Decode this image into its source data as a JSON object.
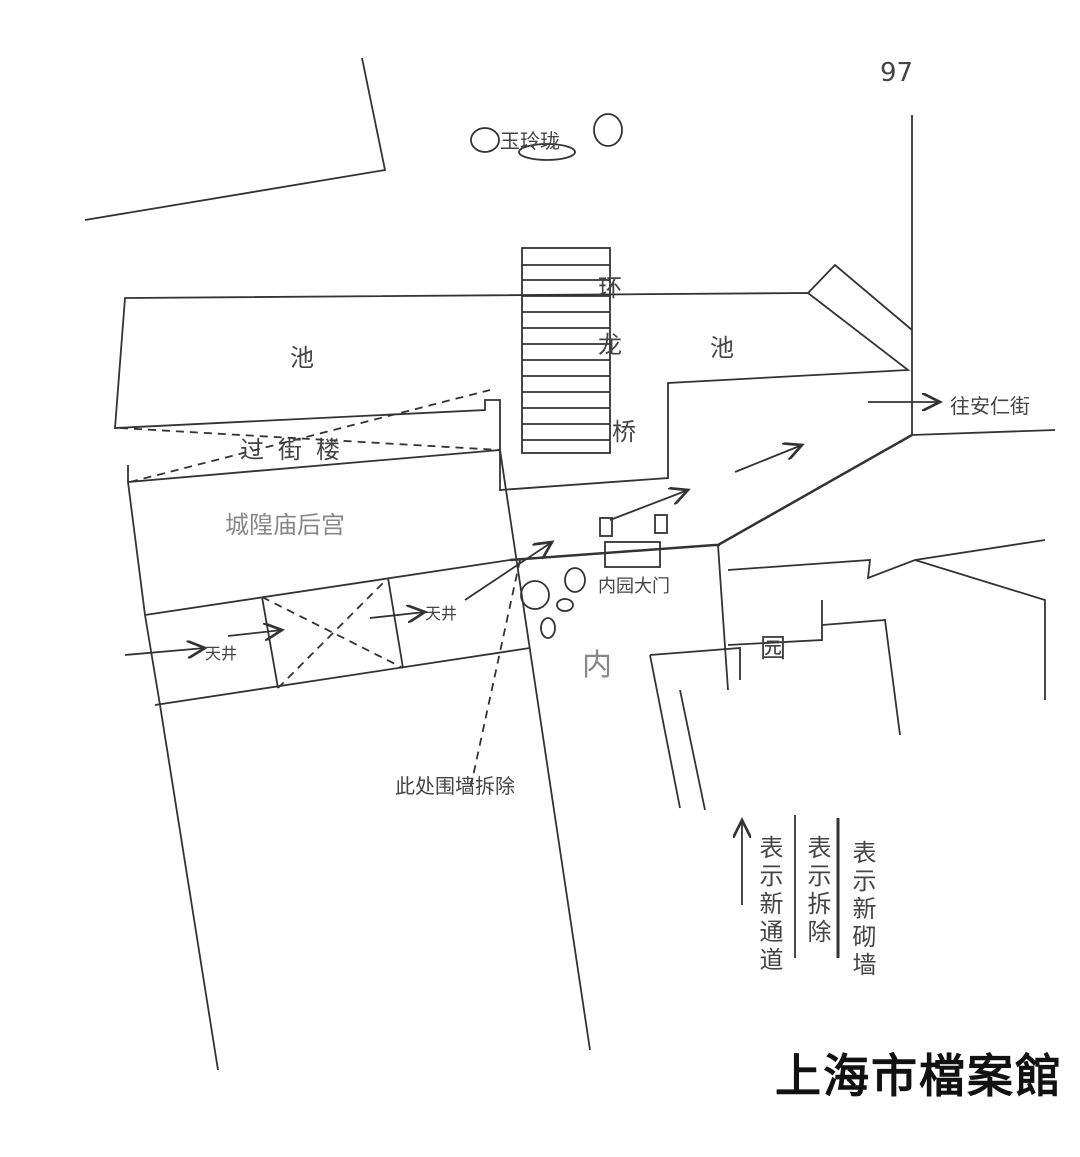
{
  "page_number": "97",
  "labels": {
    "rock": "玉玲珑",
    "bridge_1": "环",
    "bridge_2": "龙",
    "bridge_3": "桥",
    "pond_left": "池",
    "pond_right": "池",
    "overpass": "过街楼",
    "temple_rear": "城隍庙后宫",
    "courtyard_1": "天井",
    "courtyard_2": "天井",
    "inner_gate": "内园大门",
    "inner_1": "内",
    "inner_2": "园",
    "to_street": "往安仁街",
    "wall_removed": "此处围墙拆除"
  },
  "legend": {
    "new_passage": "表示新通道",
    "removed": "表示拆除",
    "new_wall": "表示新砌墙"
  },
  "watermark": "上海市檔案館"
}
